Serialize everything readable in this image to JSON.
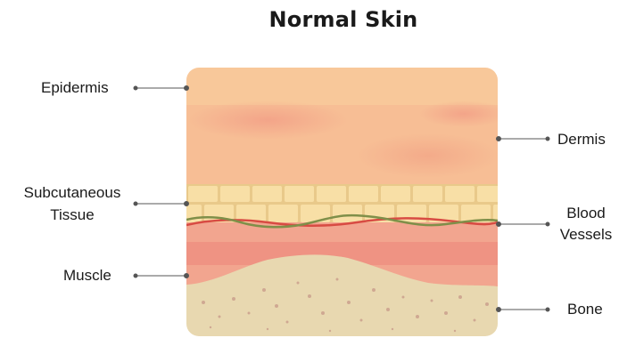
{
  "title": "Normal Skin",
  "labels": {
    "epidermis": "Epidermis",
    "dermis": "Dermis",
    "subcutaneous_line1": "Subcutaneous",
    "subcutaneous_line2": "Tissue",
    "blood_line1": "Blood",
    "blood_line2": "Vessels",
    "muscle": "Muscle",
    "bone": "Bone"
  },
  "colors": {
    "epidermis": "#f8c89a",
    "dermis": "#f6b88f",
    "fat_cells": "#f8dfa6",
    "fat_grout": "#e9c98a",
    "muscle": "#ef9a86",
    "muscle_stripe": "#ea7f73",
    "bone": "#e8d8b0",
    "bone_dots": "#cfa892",
    "artery": "#d84b43",
    "vein": "#7f8f49",
    "leader": "#555555"
  }
}
